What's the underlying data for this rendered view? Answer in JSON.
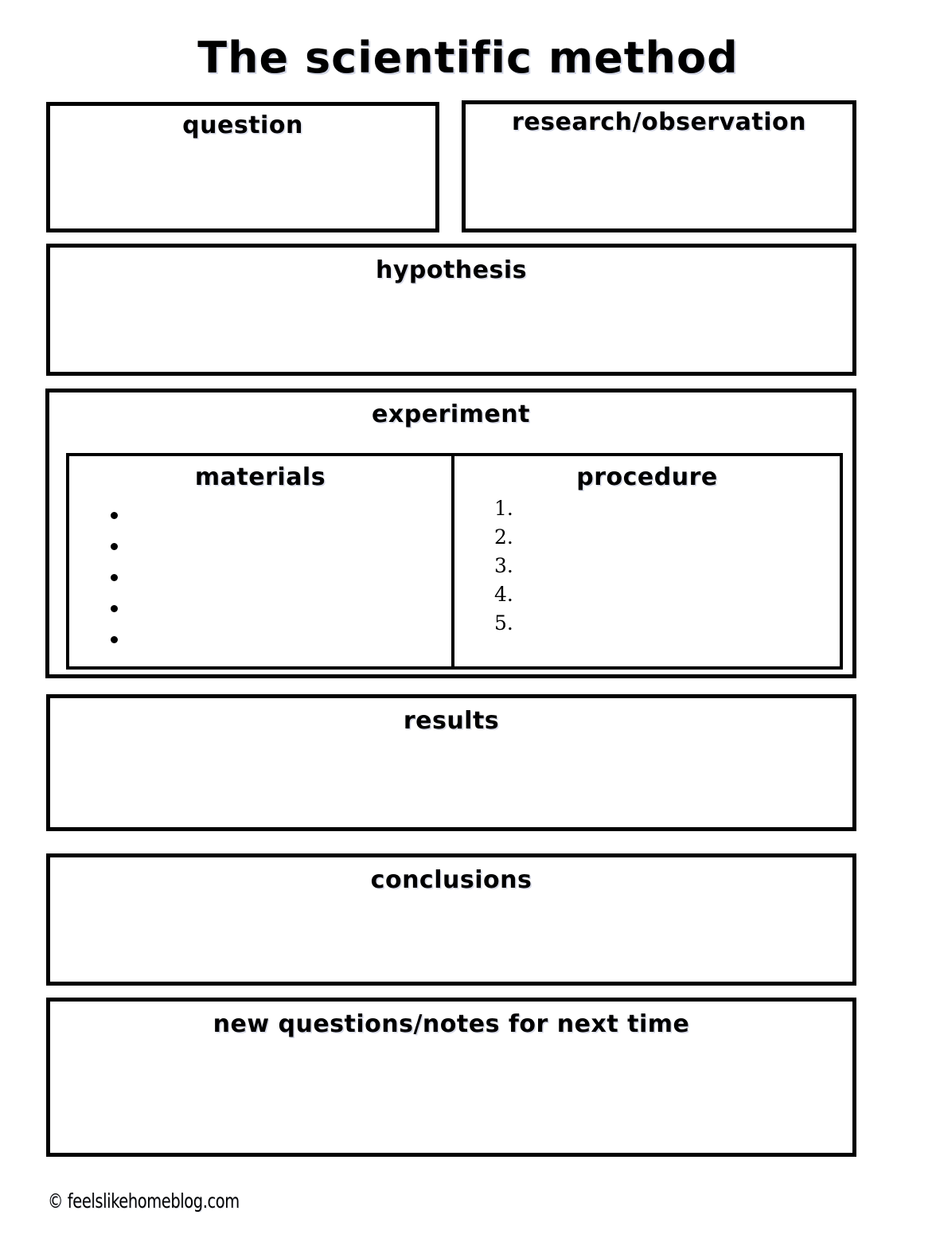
{
  "page": {
    "title": "The scientific method",
    "footer_credit": "© feelslikehomeblog.com"
  },
  "sections": {
    "question": {
      "title": "question"
    },
    "research": {
      "title": "research/observation"
    },
    "hypothesis": {
      "title": "hypothesis"
    },
    "experiment": {
      "title": "experiment",
      "materials": {
        "title": "materials",
        "items": [
          "",
          "",
          "",
          "",
          ""
        ]
      },
      "procedure": {
        "title": "procedure",
        "items": [
          "1.",
          "2.",
          "3.",
          "4.",
          "5."
        ]
      }
    },
    "results": {
      "title": "results"
    },
    "conclusions": {
      "title": "conclusions"
    },
    "new_questions": {
      "title": "new questions/notes for next time"
    }
  },
  "colors": {
    "ink": "#000000",
    "paper": "#ffffff",
    "shadow": "#1b2f7a"
  }
}
